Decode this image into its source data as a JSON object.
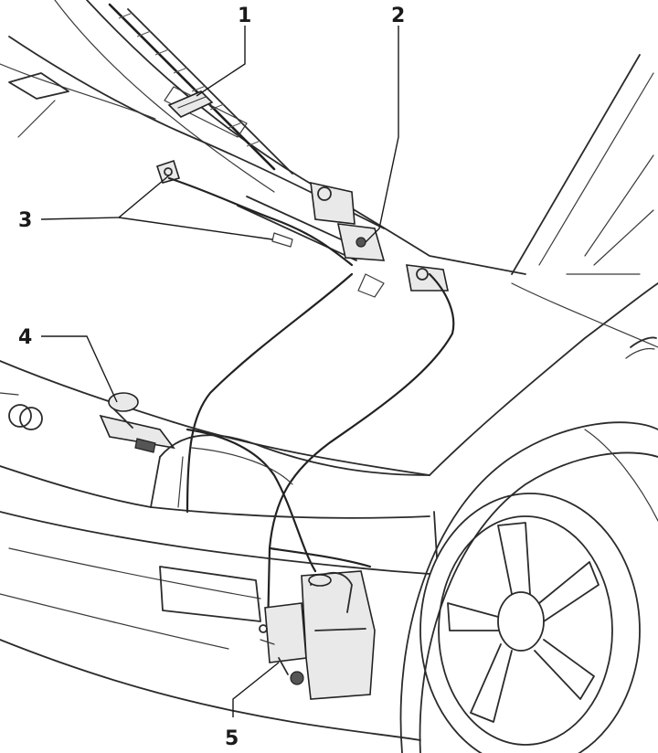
{
  "callouts": [
    {
      "id": "1",
      "label": "1"
    },
    {
      "id": "2",
      "label": "2"
    },
    {
      "id": "3",
      "label": "3"
    },
    {
      "id": "4",
      "label": "4"
    },
    {
      "id": "5",
      "label": "5"
    }
  ],
  "colors": {
    "background": "#ffffff",
    "ink": "#2b2b2b"
  }
}
